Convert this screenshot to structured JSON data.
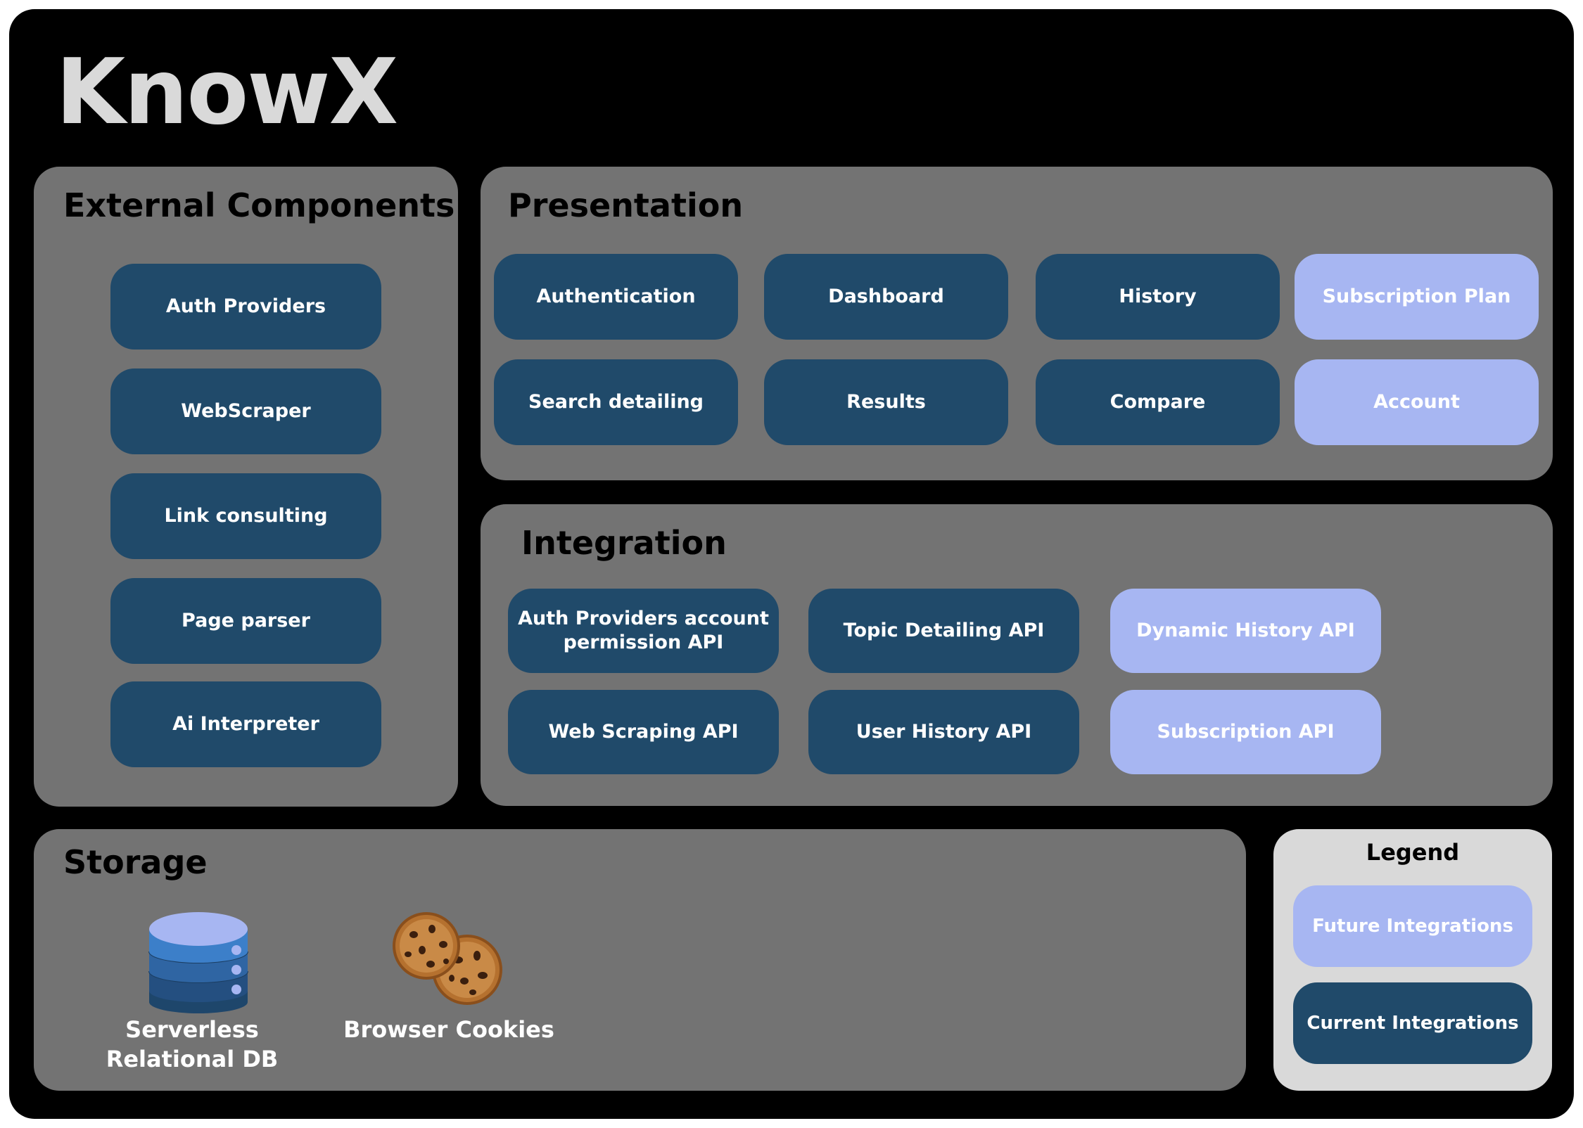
{
  "colors": {
    "frame": "#000000",
    "panel": "#737373",
    "legend_panel": "#d9d9d9",
    "current": "#204a6a",
    "future": "#a7b6f2"
  },
  "title": "KnowX",
  "external": {
    "title": "External Components",
    "items": [
      "Auth Providers",
      "WebScraper",
      "Link consulting",
      "Page parser",
      "Ai Interpreter"
    ]
  },
  "presentation": {
    "title": "Presentation",
    "items": [
      {
        "label": "Authentication",
        "status": "current"
      },
      {
        "label": "Dashboard",
        "status": "current"
      },
      {
        "label": "History",
        "status": "current"
      },
      {
        "label": "Subscription Plan",
        "status": "future"
      },
      {
        "label": "Search detailing",
        "status": "current"
      },
      {
        "label": "Results",
        "status": "current"
      },
      {
        "label": "Compare",
        "status": "current"
      },
      {
        "label": "Account",
        "status": "future"
      }
    ]
  },
  "integration": {
    "title": "Integration",
    "items": [
      {
        "label": "Auth Providers account permission API",
        "status": "current"
      },
      {
        "label": "Topic Detailing API",
        "status": "current"
      },
      {
        "label": "Dynamic History API",
        "status": "future"
      },
      {
        "label": "Web Scraping API",
        "status": "current"
      },
      {
        "label": "User History API",
        "status": "current"
      },
      {
        "label": "Subscription API",
        "status": "future"
      }
    ]
  },
  "storage": {
    "title": "Storage",
    "items": [
      {
        "label": "Serverless Relational DB",
        "icon": "database-icon"
      },
      {
        "label": "Browser Cookies",
        "icon": "cookies-icon"
      }
    ]
  },
  "legend": {
    "title": "Legend",
    "future_label": "Future Integrations",
    "current_label": "Current Integrations"
  }
}
